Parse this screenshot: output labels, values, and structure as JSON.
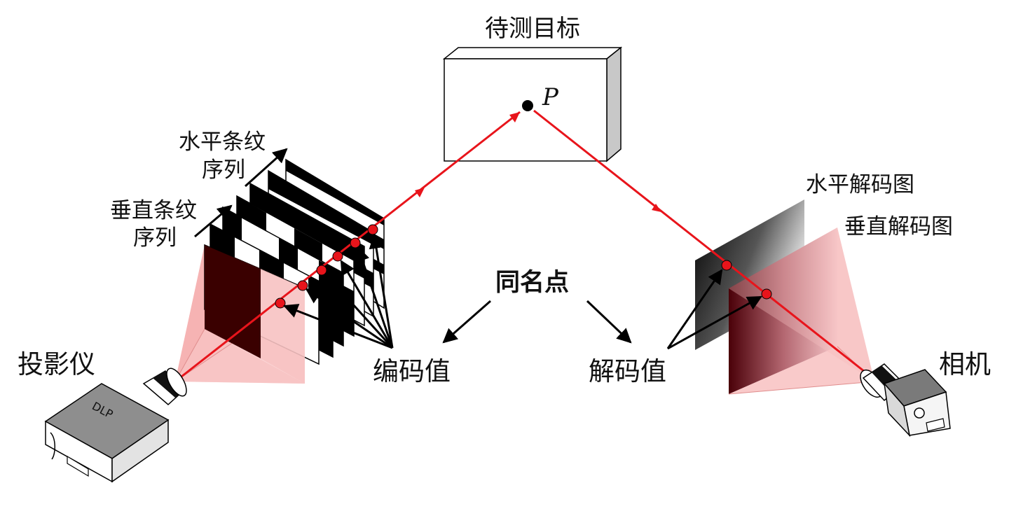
{
  "labels": {
    "target": "待测目标",
    "point": "P",
    "projector": "投影仪",
    "camera": "相机",
    "horizontal_sequence_line1": "水平条纹",
    "horizontal_sequence_line2": "序列",
    "vertical_sequence_line1": "垂直条纹",
    "vertical_sequence_line2": "序列",
    "homonymous_points": "同名点",
    "encoded_value": "编码值",
    "decoded_value": "解码值",
    "horizontal_decode_map": "水平解码图",
    "vertical_decode_map": "垂直解码图",
    "projector_brand": "DLP"
  },
  "colors": {
    "ray": "#e8141b",
    "marker_fill": "#e8141b",
    "frustum": "#f7a5a5",
    "stripe": "#000000",
    "dark_red": "#3a0000"
  }
}
